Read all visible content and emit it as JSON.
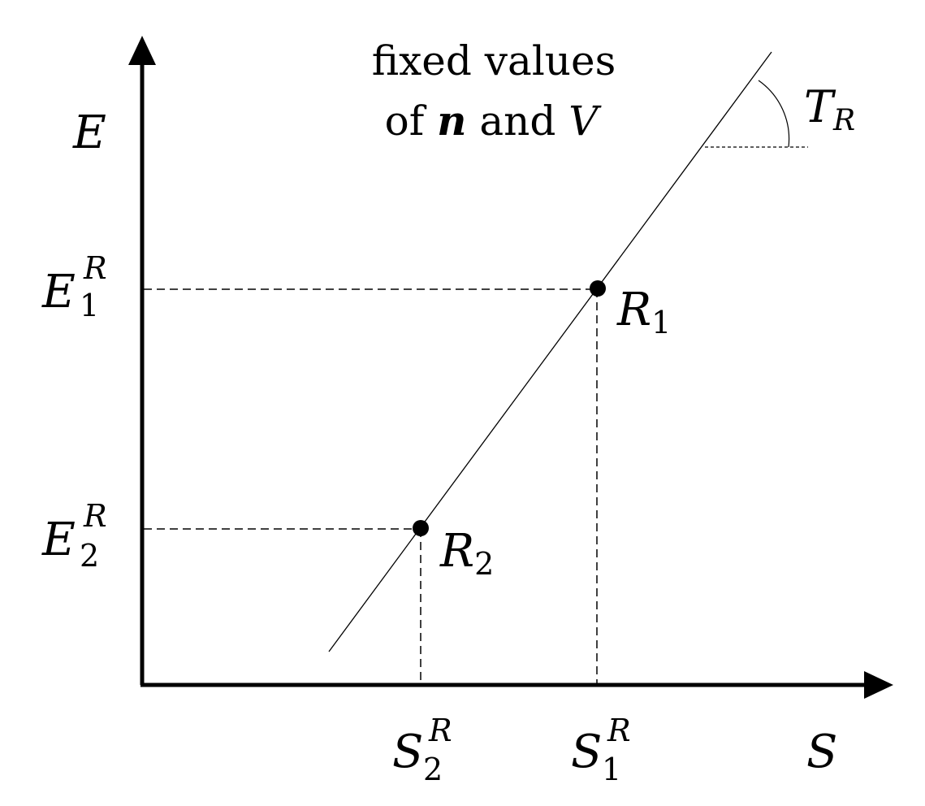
{
  "header": {
    "line1": "fixed values",
    "line2_prefix": "of ",
    "line2_n": "n",
    "line2_mid": " and ",
    "line2_V": "V"
  },
  "axes": {
    "y_label": "E",
    "x_label": "S"
  },
  "slope_label": {
    "base": "T",
    "sub": "R"
  },
  "points": [
    {
      "name": "R",
      "sub": "1"
    },
    {
      "name": "R",
      "sub": "2"
    }
  ],
  "y_ticks": [
    {
      "base": "E",
      "sub": "1",
      "sup": "R"
    },
    {
      "base": "E",
      "sub": "2",
      "sup": "R"
    }
  ],
  "x_ticks": [
    {
      "base": "S",
      "sub": "2",
      "sup": "R"
    },
    {
      "base": "S",
      "sub": "1",
      "sup": "R"
    }
  ],
  "colors": {
    "ink": "#000000",
    "background": "#ffffff"
  }
}
